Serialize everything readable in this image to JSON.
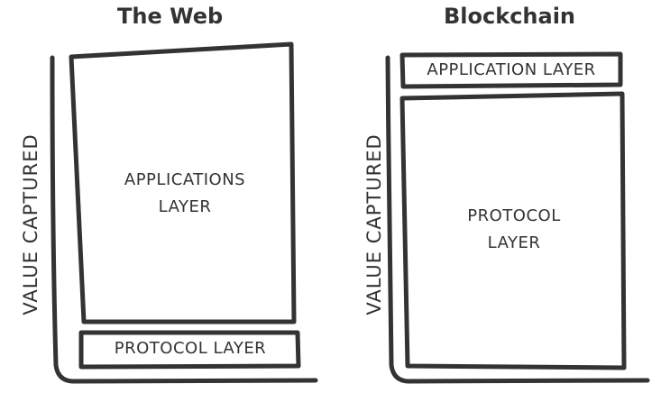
{
  "panels": {
    "left": {
      "title": "The Web",
      "axis_label": "VALUE CAPTURED",
      "top_box": [
        "APPLICATIONS",
        "LAYER"
      ],
      "bottom_box": "PROTOCOL LAYER"
    },
    "right": {
      "title": "Blockchain",
      "axis_label": "VALUE CAPTURED",
      "top_box": "APPLICATION LAYER",
      "bottom_box": [
        "PROTOCOL",
        "LAYER"
      ]
    }
  },
  "colors": {
    "ink": "#333333",
    "background": "#ffffff"
  }
}
